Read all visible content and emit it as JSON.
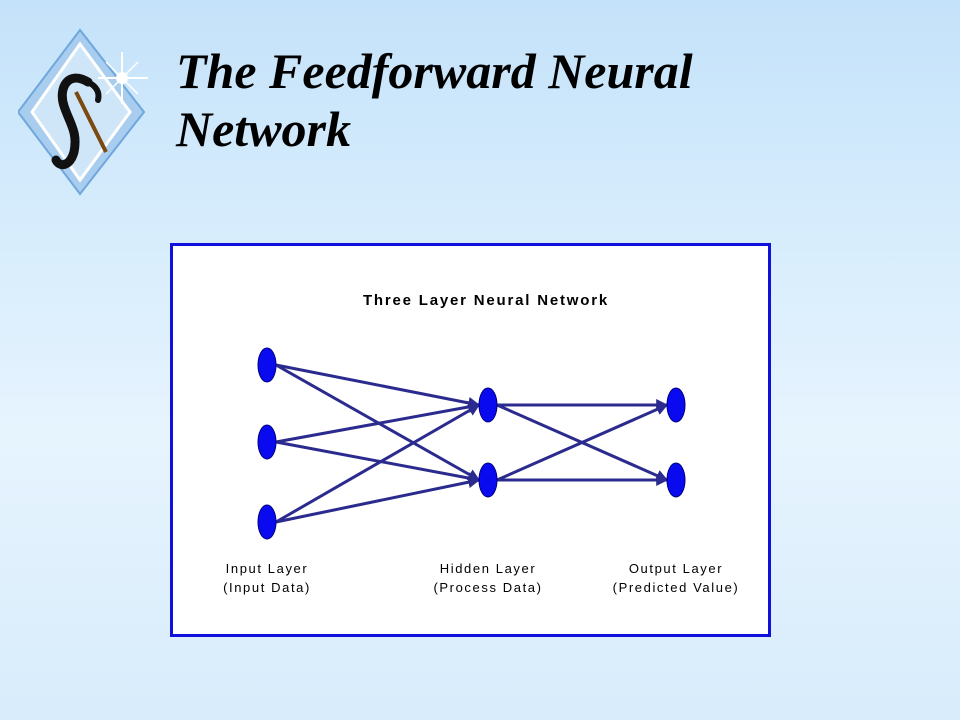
{
  "slide": {
    "title_line1": "The Feedforward Neural",
    "title_line2": "Network"
  },
  "logo": {
    "icon": "sigma-diamond-logo-icon"
  },
  "diagram": {
    "title": "Three Layer Neural Network",
    "layers": [
      {
        "label": "Input Layer",
        "sublabel": "(Input Data)",
        "nodes": 3
      },
      {
        "label": "Hidden Layer",
        "sublabel": "(Process Data)",
        "nodes": 2
      },
      {
        "label": "Output Layer",
        "sublabel": "(Predicted Value)",
        "nodes": 2
      }
    ],
    "connectivity": "fully-connected",
    "colors": {
      "node": "#0a0af0",
      "edge": "#2b2b8f",
      "frame": "#1010dd"
    }
  }
}
